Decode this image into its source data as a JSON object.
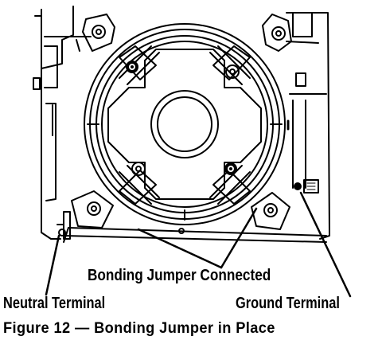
{
  "labels": {
    "bonding": "Bonding Jumper Connected",
    "neutral": "Neutral Terminal",
    "ground": "Ground Terminal"
  },
  "caption": "Figure 12 — Bonding Jumper in Place",
  "colors": {
    "ink": "#000000",
    "paper": "#ffffff"
  }
}
